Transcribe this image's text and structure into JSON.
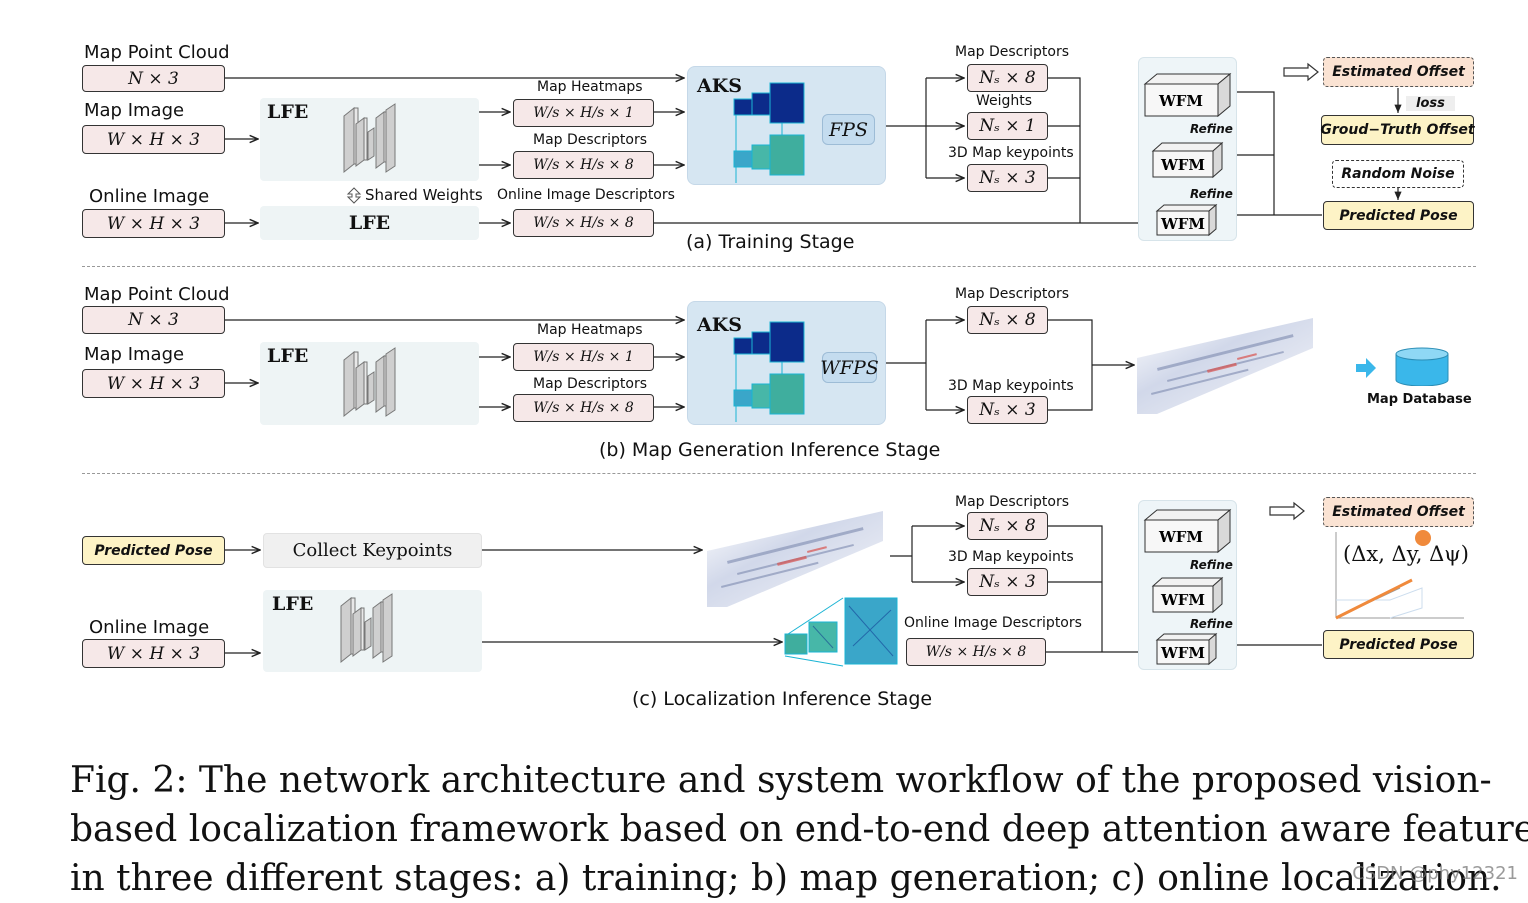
{
  "training": {
    "stage_label": "(a) Training Stage",
    "map_point_cloud_label": "Map Point Cloud",
    "map_point_cloud_dim": "N × 3",
    "map_image_label": "Map Image",
    "map_image_dim": "W × H × 3",
    "online_image_label": "Online Image",
    "online_image_dim": "W × H × 3",
    "lfe_label": "LFE",
    "lfe2_label": "LFE",
    "shared_weights": "Shared Weights",
    "map_heatmaps_label": "Map Heatmaps",
    "map_heatmaps_dim": "W/s × H/s × 1",
    "map_descriptors_label": "Map Descriptors",
    "map_descriptors_dim": "W/s × H/s × 8",
    "online_desc_label": "Online Image Descriptors",
    "online_desc_dim": "W/s × H/s × 8",
    "aks_label": "AKS",
    "fps_label": "FPS",
    "out_map_desc_label": "Map Descriptors",
    "out_map_desc_dim": "Nₛ × 8",
    "weights_label": "Weights",
    "weights_dim": "Nₛ × 1",
    "keypoints_label": "3D Map keypoints",
    "keypoints_dim": "Nₛ × 3",
    "wfm1": "WFM",
    "wfm2": "WFM",
    "wfm3": "WFM",
    "refine1": "Refine",
    "refine2": "Refine",
    "estimated_offset": "Estimated Offset",
    "loss": "loss",
    "ground_truth_offset": "Groud−Truth Offset",
    "random_noise": "Random Noise",
    "predicted_pose": "Predicted Pose"
  },
  "mapgen": {
    "stage_label": "(b) Map Generation Inference Stage",
    "map_point_cloud_label": "Map Point Cloud",
    "map_point_cloud_dim": "N × 3",
    "map_image_label": "Map Image",
    "map_image_dim": "W × H × 3",
    "lfe_label": "LFE",
    "map_heatmaps_label": "Map Heatmaps",
    "map_heatmaps_dim": "W/s × H/s × 1",
    "map_descriptors_label": "Map Descriptors",
    "map_descriptors_dim": "W/s × H/s × 8",
    "aks_label": "AKS",
    "wfps_label": "WFPS",
    "out_map_desc_label": "Map Descriptors",
    "out_map_desc_dim": "Nₛ × 8",
    "keypoints_label": "3D Map keypoints",
    "keypoints_dim": "Nₛ × 3",
    "map_database": "Map Database"
  },
  "localization": {
    "stage_label": "(c) Localization Inference Stage",
    "predicted_pose_in": "Predicted Pose",
    "collect_keypoints": "Collect Keypoints",
    "online_image_label": "Online Image",
    "online_image_dim": "W × H × 3",
    "lfe_label": "LFE",
    "map_desc_label": "Map Descriptors",
    "map_desc_dim": "Nₛ × 8",
    "keypoints_label": "3D Map keypoints",
    "keypoints_dim": "Nₛ × 3",
    "online_desc_label": "Online Image Descriptors",
    "online_desc_dim": "W/s × H/s × 8",
    "wfm1": "WFM",
    "wfm2": "WFM",
    "wfm3": "WFM",
    "refine1": "Refine",
    "refine2": "Refine",
    "estimated_offset": "Estimated Offset",
    "delta": "(Δx, Δy, Δψ)",
    "predicted_pose_out": "Predicted Pose"
  },
  "caption": {
    "line1": "Fig. 2: The network architecture and system workflow of the proposed vision-",
    "line2": "based localization framework based on end-to-end deep attention aware features",
    "line3": "in three different stages: a) training; b) map generation; c) online localization."
  },
  "watermark": "CSDN @phy12321"
}
